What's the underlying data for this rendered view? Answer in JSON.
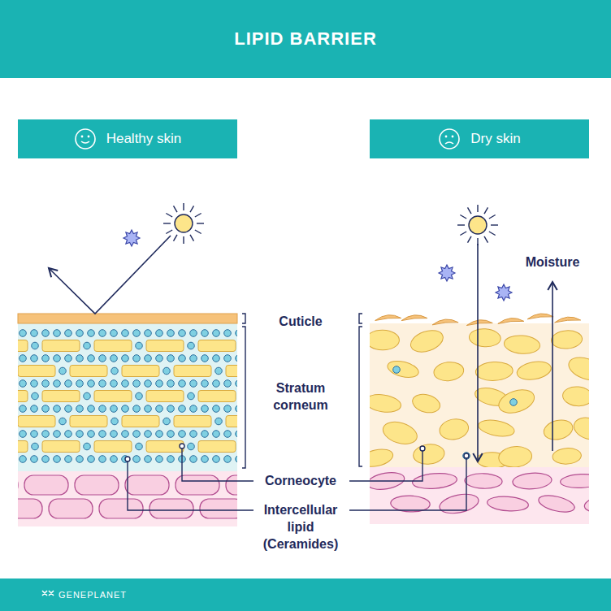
{
  "diagram": {
    "title": "LIPID BARRIER",
    "nodes": [
      {
        "text": [
          "Healthy skin"
        ]
      },
      {
        "text": [
          "Dry skin"
        ]
      }
    ],
    "labels": [
      "Moisture",
      "Cuticle",
      "Stratum corneum",
      "Corneocyte",
      "Intercellular lipid (Ceramides)",
      "GENEPLANET"
    ]
  }
}
